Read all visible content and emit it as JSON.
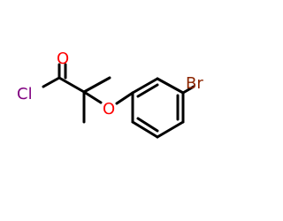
{
  "atoms": {
    "chlorine": {
      "label": "Cl",
      "color": "#800080"
    },
    "carbonyl_oxygen": {
      "label": "O",
      "color": "#ff0000"
    },
    "ether_oxygen": {
      "label": "O",
      "color": "#ff0000"
    },
    "bromine": {
      "label": "Br",
      "color": "#8b2500"
    }
  },
  "colors": {
    "bond": "#000000",
    "background": "#ffffff"
  }
}
